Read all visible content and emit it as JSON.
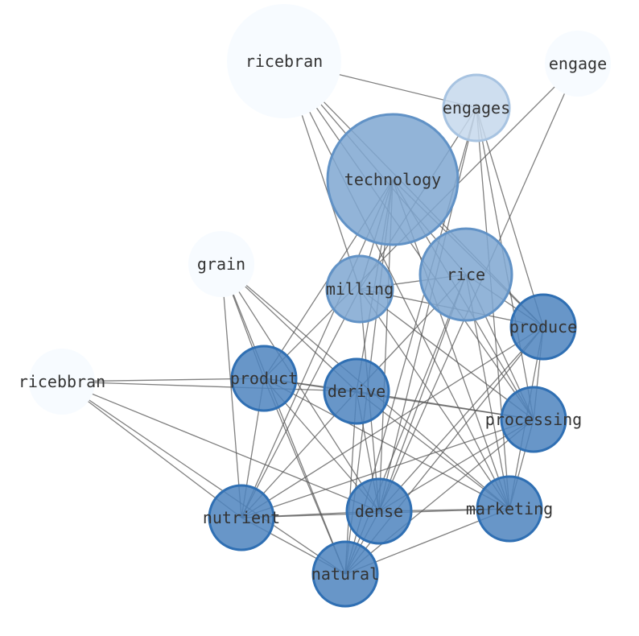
{
  "nodes": [
    {
      "id": "ricebran",
      "label": "ricebran",
      "weight": 0.0
    },
    {
      "id": "engage",
      "label": "engage",
      "weight": 0.0
    },
    {
      "id": "engages",
      "label": "engages",
      "weight": 0.25
    },
    {
      "id": "technology",
      "label": "technology",
      "weight": 0.6
    },
    {
      "id": "grain",
      "label": "grain",
      "weight": 0.0
    },
    {
      "id": "milling",
      "label": "milling",
      "weight": 0.6
    },
    {
      "id": "rice",
      "label": "rice",
      "weight": 0.6
    },
    {
      "id": "produce",
      "label": "produce",
      "weight": 0.85
    },
    {
      "id": "ricebbran",
      "label": "ricebbran",
      "weight": 0.0
    },
    {
      "id": "product",
      "label": "product",
      "weight": 0.85
    },
    {
      "id": "derive",
      "label": "derive",
      "weight": 0.85
    },
    {
      "id": "processing",
      "label": "processing",
      "weight": 0.85
    },
    {
      "id": "nutrient",
      "label": "nutrient",
      "weight": 0.85
    },
    {
      "id": "dense",
      "label": "dense",
      "weight": 0.85
    },
    {
      "id": "marketing",
      "label": "marketing",
      "weight": 0.85
    },
    {
      "id": "natural",
      "label": "natural",
      "weight": 0.85
    }
  ],
  "edges": [
    [
      "ricebran",
      "engages"
    ],
    [
      "ricebran",
      "milling"
    ],
    [
      "ricebran",
      "rice"
    ],
    [
      "ricebran",
      "produce"
    ],
    [
      "ricebran",
      "processing"
    ],
    [
      "ricebran",
      "marketing"
    ],
    [
      "engage",
      "dense"
    ],
    [
      "engage",
      "product"
    ],
    [
      "engages",
      "natural"
    ],
    [
      "engages",
      "dense"
    ],
    [
      "engages",
      "processing"
    ],
    [
      "engages",
      "marketing"
    ],
    [
      "engages",
      "milling"
    ],
    [
      "engages",
      "produce"
    ],
    [
      "technology",
      "product"
    ],
    [
      "technology",
      "derive"
    ],
    [
      "technology",
      "dense"
    ],
    [
      "technology",
      "natural"
    ],
    [
      "technology",
      "nutrient"
    ],
    [
      "technology",
      "milling"
    ],
    [
      "technology",
      "produce"
    ],
    [
      "technology",
      "processing"
    ],
    [
      "technology",
      "marketing"
    ],
    [
      "grain",
      "product"
    ],
    [
      "grain",
      "derive"
    ],
    [
      "grain",
      "nutrient"
    ],
    [
      "grain",
      "natural"
    ],
    [
      "grain",
      "dense"
    ],
    [
      "grain",
      "marketing"
    ],
    [
      "milling",
      "rice"
    ],
    [
      "milling",
      "produce"
    ],
    [
      "milling",
      "processing"
    ],
    [
      "milling",
      "nutrient"
    ],
    [
      "milling",
      "dense"
    ],
    [
      "milling",
      "marketing"
    ],
    [
      "rice",
      "derive"
    ],
    [
      "rice",
      "dense"
    ],
    [
      "rice",
      "natural"
    ],
    [
      "rice",
      "produce"
    ],
    [
      "rice",
      "processing"
    ],
    [
      "rice",
      "marketing"
    ],
    [
      "produce",
      "nutrient"
    ],
    [
      "produce",
      "dense"
    ],
    [
      "produce",
      "natural"
    ],
    [
      "produce",
      "marketing"
    ],
    [
      "produce",
      "processing"
    ],
    [
      "ricebbran",
      "product"
    ],
    [
      "ricebbran",
      "derive"
    ],
    [
      "ricebbran",
      "dense"
    ],
    [
      "ricebbran",
      "natural"
    ],
    [
      "ricebbran",
      "nutrient"
    ],
    [
      "product",
      "derive"
    ],
    [
      "product",
      "dense"
    ],
    [
      "product",
      "natural"
    ],
    [
      "product",
      "marketing"
    ],
    [
      "product",
      "nutrient"
    ],
    [
      "product",
      "processing"
    ],
    [
      "derive",
      "processing"
    ],
    [
      "derive",
      "dense"
    ],
    [
      "derive",
      "natural"
    ],
    [
      "derive",
      "nutrient"
    ],
    [
      "derive",
      "marketing"
    ],
    [
      "processing",
      "nutrient"
    ],
    [
      "processing",
      "dense"
    ],
    [
      "processing",
      "natural"
    ],
    [
      "processing",
      "marketing"
    ],
    [
      "nutrient",
      "dense"
    ],
    [
      "nutrient",
      "marketing"
    ],
    [
      "nutrient",
      "natural"
    ],
    [
      "dense",
      "marketing"
    ],
    [
      "dense",
      "natural"
    ],
    [
      "marketing",
      "natural"
    ]
  ],
  "colors": {
    "palette_light": "#f7fbff",
    "palette_dark": "#2f6fb3",
    "edge": "#555555",
    "label": "#333333"
  }
}
